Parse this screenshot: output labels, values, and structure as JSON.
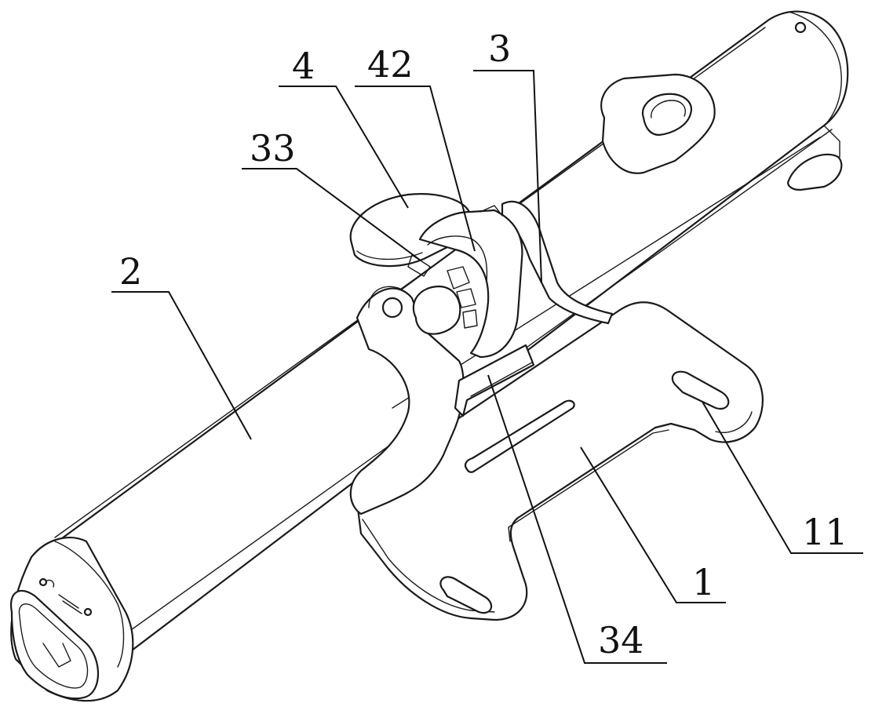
{
  "labels": {
    "l2": "2",
    "l4": "4",
    "l42": "42",
    "l3": "3",
    "l33": "33",
    "l11": "11",
    "l1": "1",
    "l34": "34"
  }
}
